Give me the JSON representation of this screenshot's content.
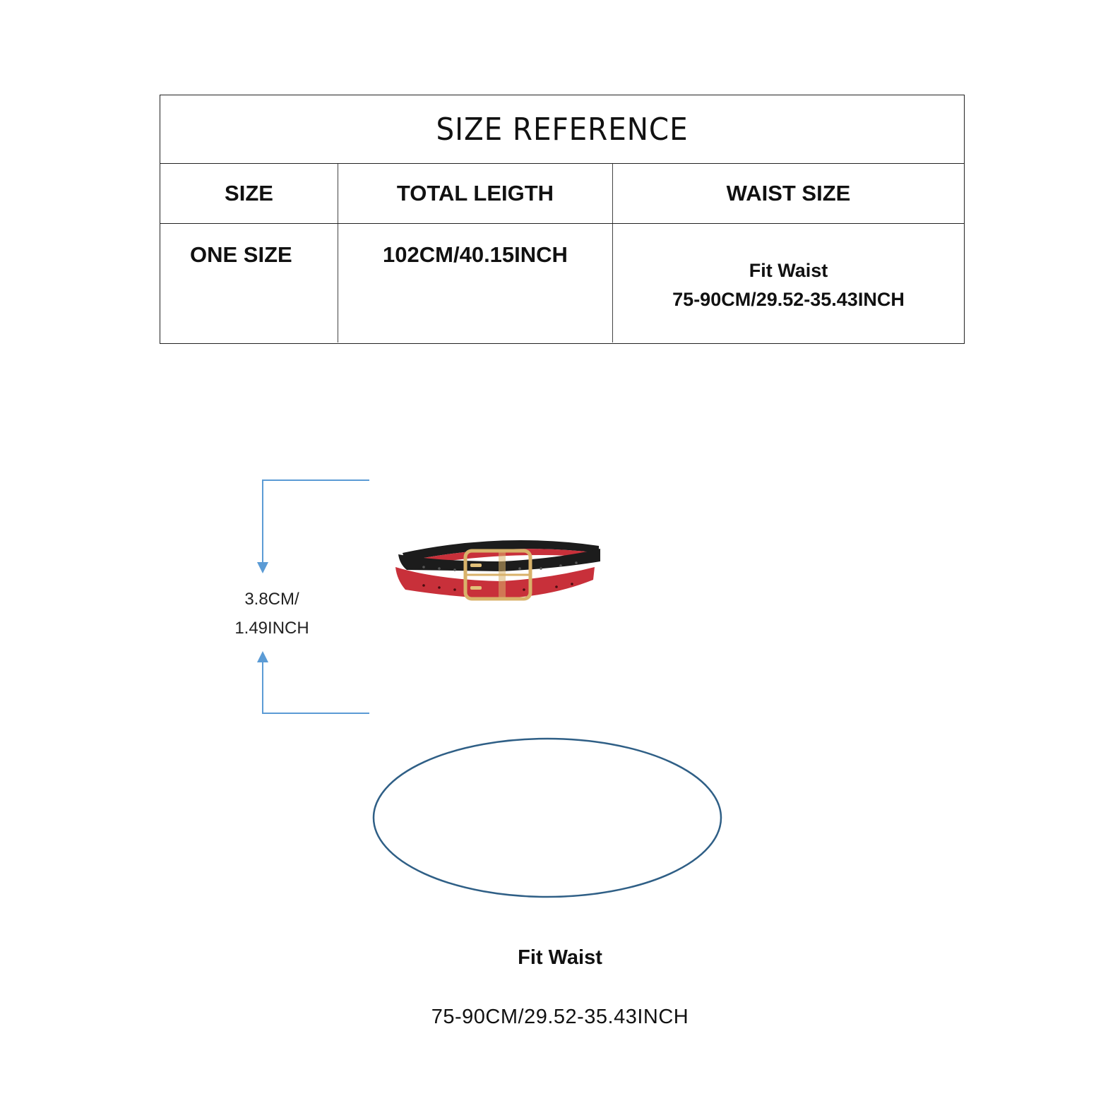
{
  "table": {
    "title": "SIZE REFERENCE",
    "headers": [
      "SIZE",
      "TOTAL LEIGTH",
      "WAIST SIZE"
    ],
    "rows": [
      {
        "size": "ONE SIZE",
        "total_length": "102CM/40.15INCH",
        "waist_label": "Fit Waist",
        "waist_range": "75-90CM/29.52-35.43INCH"
      }
    ]
  },
  "belt_width": {
    "line1": "3.8CM/",
    "line2": "1.49INCH",
    "arrow_color": "#5b9bd5"
  },
  "belt_image": {
    "colors": {
      "black_strap": "#1c1c1c",
      "red_strap": "#c8303a",
      "buckle": "#d9b26a"
    }
  },
  "waist_diagram": {
    "ellipse_color": "#2f5f86",
    "label": "Fit Waist",
    "range": "75-90CM/29.52-35.43INCH"
  }
}
